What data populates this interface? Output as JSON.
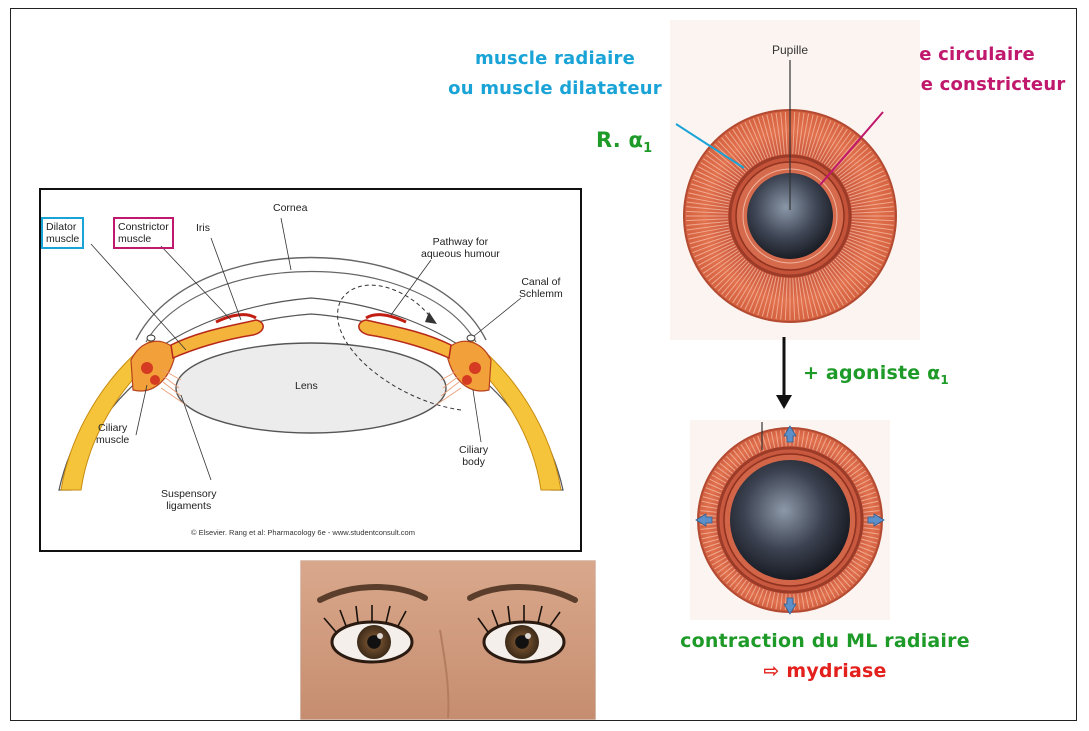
{
  "top_labels": {
    "radial_line1": "muscle radiaire",
    "radial_line2": "ou muscle dilatateur",
    "circular_line1": "muscle circulaire",
    "circular_line2": "ou muscle constricteur",
    "receptor": "R. α",
    "receptor_sub": "1"
  },
  "iris_top": {
    "pupil_label": "Pupille"
  },
  "arrow_label": {
    "text": "+ agoniste α",
    "sub": "1"
  },
  "bottom_caption": {
    "line1": "contraction du ML radiaire",
    "arrow_glyph": "⇨",
    "line2": "mydriase"
  },
  "eye_diagram": {
    "dilator": "Dilator\nmuscle",
    "constrictor": "Constrictor\nmuscle",
    "iris": "Iris",
    "cornea": "Cornea",
    "pathway": "Pathway for\naqueous humour",
    "canal": "Canal of\nSchlemm",
    "lens": "Lens",
    "ciliary_muscle": "Ciliary\nmuscle",
    "ciliary_body": "Ciliary\nbody",
    "suspensory": "Suspensory\nligaments",
    "credit": "© Elsevier. Rang et al: Pharmacology 6e - www.studentconsult.com"
  },
  "colors": {
    "radial_blue": "#1aa3d6",
    "circular_magenta": "#c0186c",
    "agonist_green": "#1e9a28",
    "mydriase_red": "#e3201c",
    "iris_orange": "#e2714e"
  }
}
